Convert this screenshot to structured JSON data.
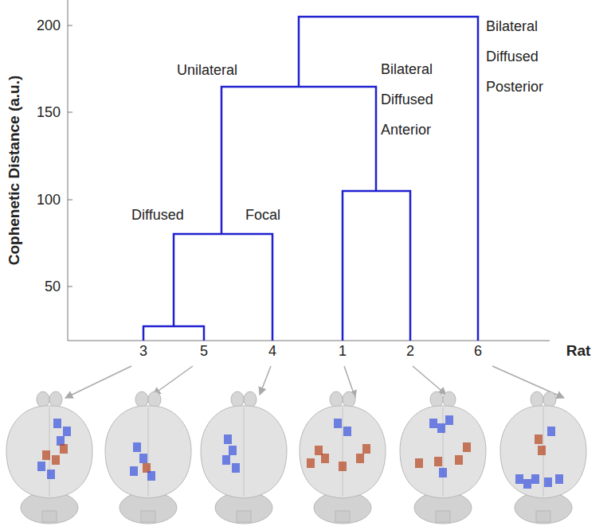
{
  "diagram": {
    "labels": [
      "Cophenetic Distance (a.u.)",
      "200",
      "150",
      "100",
      "50",
      "Unilateral",
      "Bilateral Diffused Anterior",
      "Bilateral Diffused Posterior",
      "Diffused",
      "Focal",
      "3",
      "5",
      "4",
      "1",
      "2",
      "6",
      "Rat"
    ]
  }
}
